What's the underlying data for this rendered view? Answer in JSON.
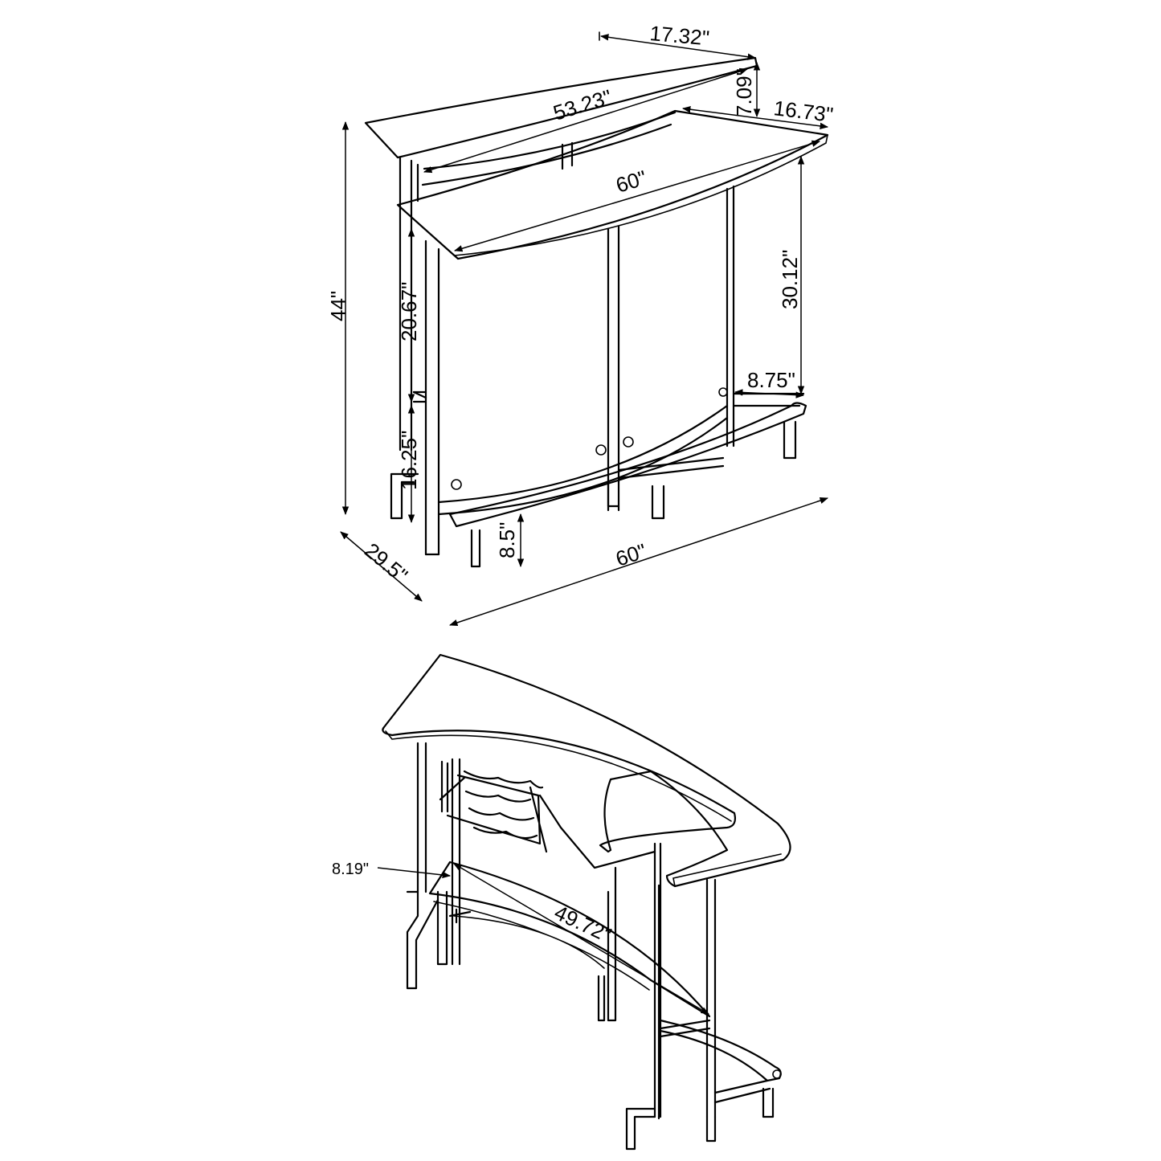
{
  "labels": {
    "top_depth": "17.32\"",
    "upper_top_width": "53.23\"",
    "top_height_diff": "7.09\"",
    "lower_top_depth": "16.73\"",
    "lower_top_width": "60\"",
    "overall_height": "44\"",
    "upper_panel_height": "20.67\"",
    "lower_panel_height": "16.25\"",
    "counter_height": "30.12\"",
    "footrest_depth": "8.75\"",
    "footrest_height": "8.5\"",
    "overall_depth": "29.5\"",
    "overall_width": "60\"",
    "shelf_depth": "8.19\"",
    "shelf_length": "49.72\""
  }
}
